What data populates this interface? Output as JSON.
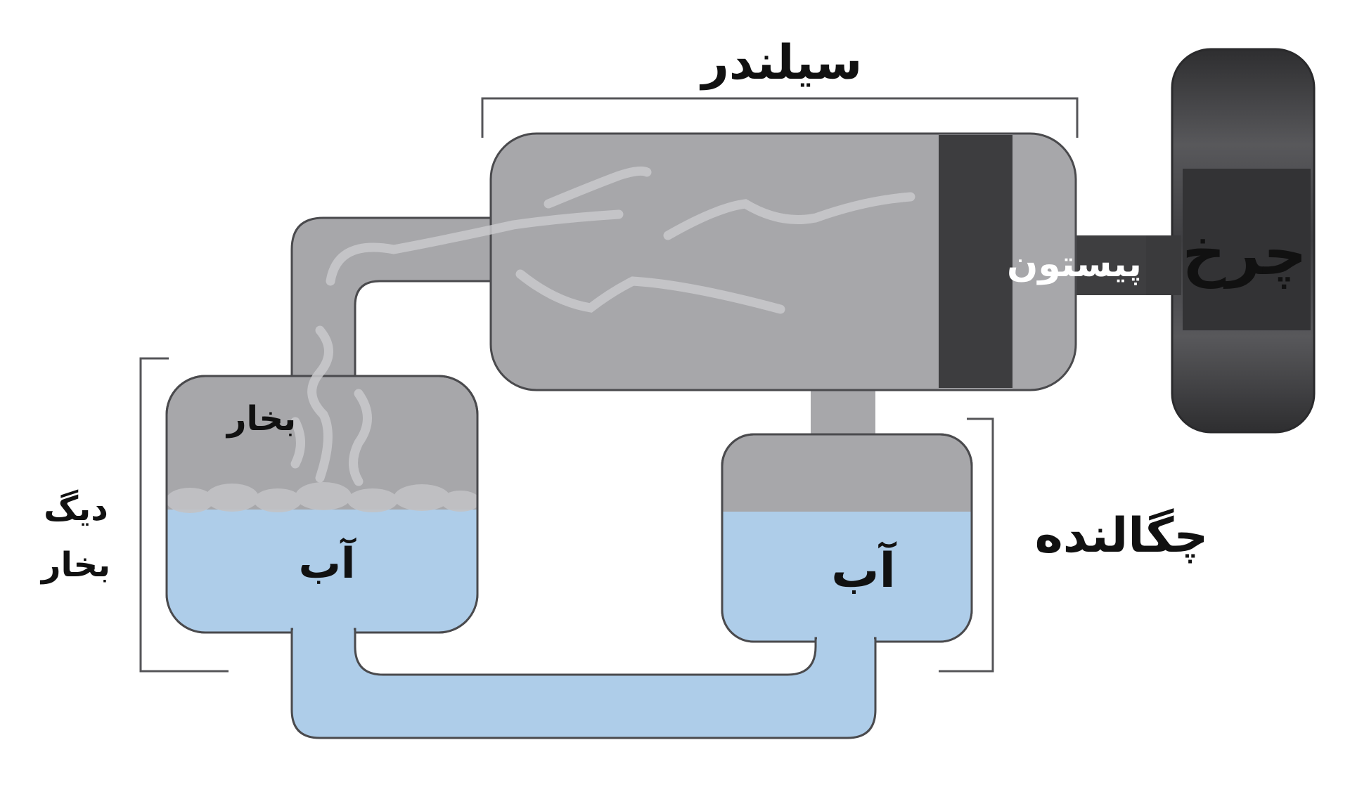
{
  "labels": {
    "cylinder": "سیلندر",
    "piston": "پیستون",
    "wheel": "چرخ",
    "boiler_line1": "دیگ",
    "boiler_line2": "بخار",
    "steam": "بخار",
    "boiler_water": "آب",
    "condenser": "چگالنده",
    "condenser_water": "آب"
  },
  "colors": {
    "steam_gray": "#a7a7aa",
    "water_blue": "#aecde9",
    "piston_dark": "#3d3d3f",
    "wheel_dark": "#3a3a3c",
    "outline": "#4a4a4d"
  }
}
